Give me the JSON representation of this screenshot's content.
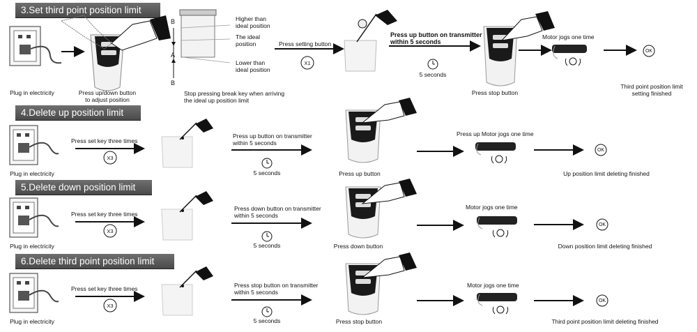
{
  "sections": [
    {
      "title": "3.Set third point position limit",
      "plug_label": "Plug in electricity",
      "press_label": "Press up/down button\nto adjust position",
      "curtain": {
        "marker_top": "B",
        "marker_mid": "A",
        "marker_bottom": "B",
        "higher": "Higher than\nideal position",
        "ideal": "The ideal\nposition",
        "lower": "Lower than\nideal position",
        "caption": "Stop pressing break key when arriving\nthe ideal up position limit"
      },
      "action": "Press setting button",
      "times": "X1",
      "transmitter_action": "Press up button on transmitter\nwithin 5 seconds",
      "seconds": "5 seconds",
      "remote_label": "Press stop button",
      "motor_label": "Motor jogs one time",
      "ok": "OK",
      "result": "Third point position limit\nsetting finished"
    },
    {
      "title": "4.Delete up position limit",
      "plug_label": "Plug in electricity",
      "action": "Press set key three times",
      "times": "X3",
      "transmitter_action": "Press up button on transmitter\nwithin 5 seconds",
      "seconds": "5 seconds",
      "remote_label": "Press up button",
      "motor_label": "Press up  Motor jogs one time",
      "ok": "OK",
      "result": "Up position limit deleting finished"
    },
    {
      "title": "5.Delete down position limit",
      "plug_label": "Plug in electricity",
      "action": "Press set key three times",
      "times": "X3",
      "transmitter_action": "Press down button on transmitter\nwithin 5 seconds",
      "seconds": "5 seconds",
      "remote_label": "Press down button",
      "motor_label": "Motor jogs one time",
      "ok": "OK",
      "result": "Down position limit deleting finished"
    },
    {
      "title": "6.Delete third point position limit",
      "plug_label": "Plug in electricity",
      "action": "Press set key three times",
      "times": "X3",
      "transmitter_action": "Press stop button on transmitter\nwithin 5 seconds",
      "seconds": "5 seconds",
      "remote_label": "Press stop button",
      "motor_label": "Motor jogs one time",
      "ok": "OK",
      "result": "Third point position limit deleting finished"
    }
  ]
}
